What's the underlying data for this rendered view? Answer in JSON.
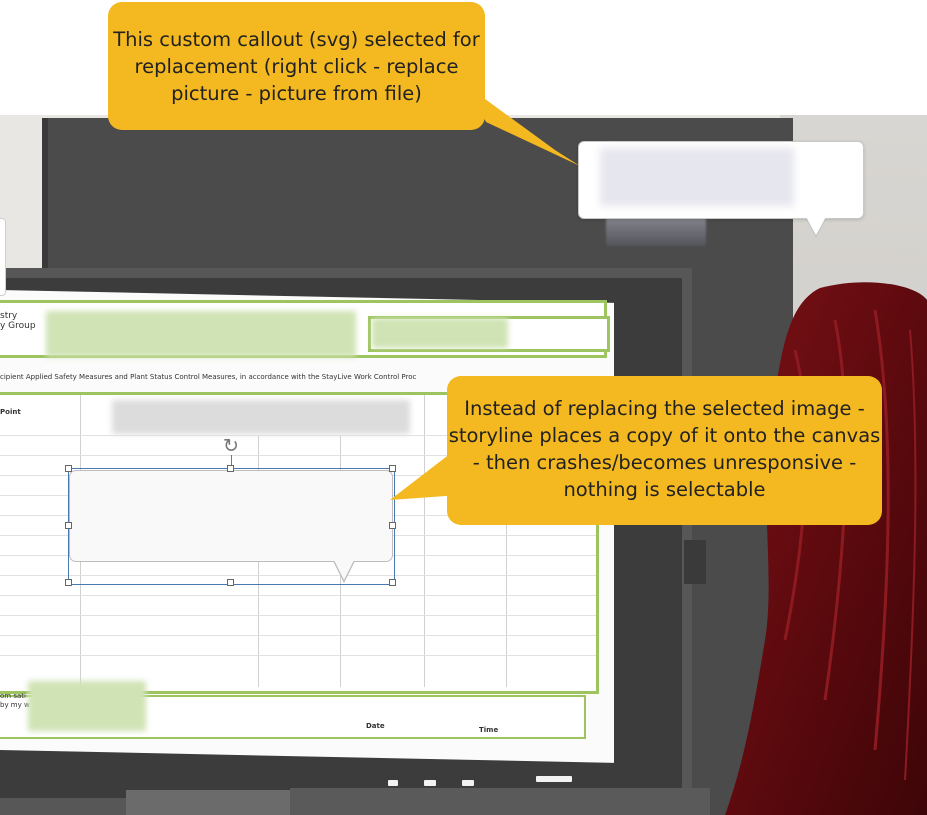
{
  "annotations": {
    "top_note": "This custom callout (svg) selected for replacement (right click - replace picture - picture from file)",
    "right_note": "Instead of replacing the selected image - storyline places a copy of it onto the canvas - then crashes/becomes unresponsive - nothing is selectable"
  },
  "form": {
    "header_line1": "stry",
    "header_line2": "y Group",
    "description": "cipient Applied Safety Measures and Plant Status Control Measures, in accordance with the StayLive Work Control Proc",
    "column_header": "Point",
    "bottom_line1": "om sati",
    "bottom_line2": "by my w",
    "date_label": "Date",
    "time_label": "Time"
  },
  "colors": {
    "note_fill": "#f4b820",
    "form_border": "#9dc45f",
    "selection": "#4a78b0",
    "hair": "#5e0a0e"
  },
  "icons": {
    "rotate": "rotate-handle-icon"
  }
}
